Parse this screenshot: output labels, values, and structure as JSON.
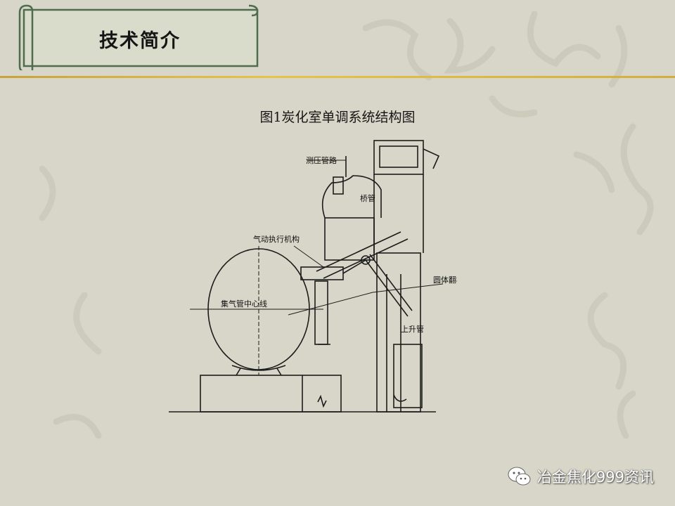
{
  "header": {
    "title": "技术简介"
  },
  "figure": {
    "caption": "图1炭化室单调系统结构图",
    "labels": {
      "pressure_pipe": "测压管路",
      "bridge_pipe": "桥管",
      "pneumatic_actuator": "气动执行机构",
      "round_valve_plate": "圆体翻板",
      "collector_center_line": "集气管中心线",
      "riser_pipe": "上升管"
    }
  },
  "watermark": {
    "text": "冶金焦化999资讯",
    "icon": "wechat-icon"
  },
  "colors": {
    "background": "#d7d6c8",
    "banner_border": "#4f6d4d",
    "banner_fill": "#d9dccb",
    "divider": "#d9b545",
    "line_drawing": "#1c1c1c"
  }
}
